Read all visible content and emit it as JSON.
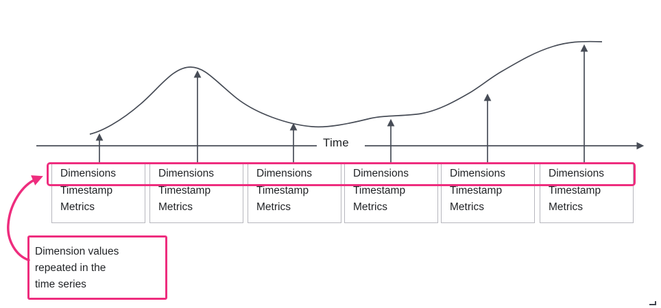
{
  "diagram": {
    "axis": {
      "label": "Time"
    },
    "records": {
      "count": 6,
      "fields": {
        "dimensions": "Dimensions",
        "timestamp": "Timestamp",
        "metrics": "Metrics"
      }
    },
    "annotation": {
      "text": "Dimension values\nrepeated in the\ntime series"
    },
    "colors": {
      "highlight_pink": "#ee2d7e",
      "line_dark": "#474c56",
      "box_border": "#b6b6bd",
      "text": "#1f2124"
    }
  }
}
